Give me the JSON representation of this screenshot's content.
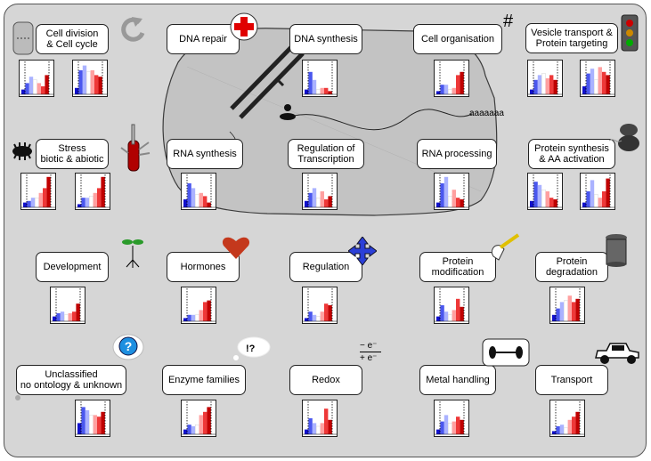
{
  "title": "",
  "categories": [
    {
      "id": "cell-division",
      "label": "Cell division\n& Cell cycle",
      "icon": "scale-bar-icon"
    },
    {
      "id": "dna-repair",
      "label": "DNA repair",
      "icon": "red-cross-icon"
    },
    {
      "id": "dna-synthesis",
      "label": "DNA synthesis",
      "icon": "dna-strand-icon"
    },
    {
      "id": "cell-organisation",
      "label": "Cell organisation",
      "icon": "hash-grid-icon"
    },
    {
      "id": "vesicle-transport",
      "label": "Vesicle transport &\nProtein targeting",
      "icon": "traffic-light-icon"
    },
    {
      "id": "stress",
      "label": "Stress\nbiotic & abiotic",
      "icon": "swiss-knife-icon"
    },
    {
      "id": "rna-synthesis",
      "label": "RNA synthesis",
      "icon": "polymerase-icon"
    },
    {
      "id": "regulation-transcription",
      "label": "Regulation of\nTranscription",
      "icon": "none"
    },
    {
      "id": "rna-processing",
      "label": "RNA processing",
      "icon": "poly-a-tail-icon"
    },
    {
      "id": "protein-synthesis",
      "label": "Protein synthesis\n& AA activation",
      "icon": "ribosome-icon"
    },
    {
      "id": "development",
      "label": "Development",
      "icon": "seedling-icon"
    },
    {
      "id": "hormones",
      "label": "Hormones",
      "icon": "heart-icon"
    },
    {
      "id": "regulation",
      "label": "Regulation",
      "icon": "four-way-arrow-icon"
    },
    {
      "id": "protein-modification",
      "label": "Protein\nmodification",
      "icon": "pen-hand-icon"
    },
    {
      "id": "protein-degradation",
      "label": "Protein\ndegradation",
      "icon": "trash-can-icon"
    },
    {
      "id": "unclassified",
      "label": "Unclassified\nno ontology & unknown",
      "icon": "question-mark-icon"
    },
    {
      "id": "enzyme-families",
      "label": "Enzyme families",
      "icon": "thought-bubble-icon"
    },
    {
      "id": "redox",
      "label": "Redox",
      "icon": "electron-transfer-icon"
    },
    {
      "id": "metal-handling",
      "label": "Metal handling",
      "icon": "dumbbell-icon"
    },
    {
      "id": "transport",
      "label": "Transport",
      "icon": "car-icon"
    }
  ],
  "annotations": {
    "polya": "aaaaaaa",
    "thought": "!?",
    "redox_top": "− e⁻",
    "redox_bottom": "+ e⁻"
  },
  "colors": {
    "panel": "#d6d6d6",
    "nucleus": "#c4c4c4",
    "blue_dark": "#1a1ad8",
    "blue_light": "#aab0ff",
    "red_light": "#ff9c9c",
    "red_dark": "#d10000"
  },
  "chart_data": {
    "type": "bar",
    "note_series": [
      "blue-dark",
      "blue-mid",
      "blue-light",
      "white",
      "red-light",
      "red-mid",
      "red-dark"
    ],
    "charts": [
      {
        "id": "cell-division-a",
        "values": [
          0.15,
          0.35,
          0.55,
          0.45,
          0.35,
          0.25,
          0.6
        ]
      },
      {
        "id": "cell-division-b",
        "values": [
          0.2,
          0.75,
          0.9,
          0.7,
          0.75,
          0.6,
          0.55
        ]
      },
      {
        "id": "dna-synthesis",
        "values": [
          0.15,
          0.7,
          0.45,
          0.15,
          0.2,
          0.2,
          0.1
        ]
      },
      {
        "id": "cell-organisation",
        "values": [
          0.1,
          0.3,
          0.3,
          0.15,
          0.2,
          0.6,
          0.7
        ]
      },
      {
        "id": "vesicle-transport-a",
        "values": [
          0.15,
          0.45,
          0.6,
          0.65,
          0.5,
          0.6,
          0.45
        ]
      },
      {
        "id": "vesicle-transport-b",
        "values": [
          0.25,
          0.65,
          0.8,
          0.45,
          0.85,
          0.7,
          0.6
        ]
      },
      {
        "id": "stress-a",
        "values": [
          0.15,
          0.2,
          0.3,
          0.3,
          0.45,
          0.6,
          0.95
        ]
      },
      {
        "id": "stress-b",
        "values": [
          0.1,
          0.3,
          0.3,
          0.35,
          0.45,
          0.6,
          0.95
        ]
      },
      {
        "id": "rna-synthesis",
        "values": [
          0.25,
          0.75,
          0.6,
          0.4,
          0.45,
          0.35,
          0.15
        ]
      },
      {
        "id": "regulation-transcription",
        "values": [
          0.2,
          0.45,
          0.6,
          0.3,
          0.5,
          0.25,
          0.35
        ]
      },
      {
        "id": "rna-processing",
        "values": [
          0.15,
          0.75,
          0.95,
          0.35,
          0.55,
          0.3,
          0.25
        ]
      },
      {
        "id": "protein-synthesis-a",
        "values": [
          0.2,
          0.8,
          0.7,
          0.55,
          0.5,
          0.3,
          0.25
        ]
      },
      {
        "id": "protein-synthesis-b",
        "values": [
          0.15,
          0.5,
          0.85,
          0.4,
          0.3,
          0.5,
          0.9
        ]
      },
      {
        "id": "development",
        "values": [
          0.15,
          0.25,
          0.3,
          0.2,
          0.25,
          0.3,
          0.55
        ]
      },
      {
        "id": "hormones",
        "values": [
          0.1,
          0.2,
          0.2,
          0.2,
          0.35,
          0.6,
          0.65
        ]
      },
      {
        "id": "regulation",
        "values": [
          0.1,
          0.3,
          0.2,
          0.15,
          0.3,
          0.55,
          0.5
        ]
      },
      {
        "id": "protein-modification",
        "values": [
          0.15,
          0.5,
          0.3,
          0.2,
          0.35,
          0.7,
          0.45
        ]
      },
      {
        "id": "protein-degradation",
        "values": [
          0.2,
          0.4,
          0.6,
          0.65,
          0.8,
          0.6,
          0.7
        ]
      },
      {
        "id": "unclassified",
        "values": [
          0.35,
          0.85,
          0.75,
          0.6,
          0.6,
          0.55,
          0.7
        ]
      },
      {
        "id": "enzyme-families",
        "values": [
          0.15,
          0.3,
          0.25,
          0.3,
          0.6,
          0.7,
          0.85
        ]
      },
      {
        "id": "redox",
        "values": [
          0.15,
          0.5,
          0.35,
          0.25,
          0.35,
          0.8,
          0.45
        ]
      },
      {
        "id": "metal-handling",
        "values": [
          0.15,
          0.4,
          0.6,
          0.35,
          0.4,
          0.55,
          0.45
        ]
      },
      {
        "id": "transport",
        "values": [
          0.1,
          0.25,
          0.3,
          0.2,
          0.45,
          0.55,
          0.7
        ]
      }
    ]
  }
}
